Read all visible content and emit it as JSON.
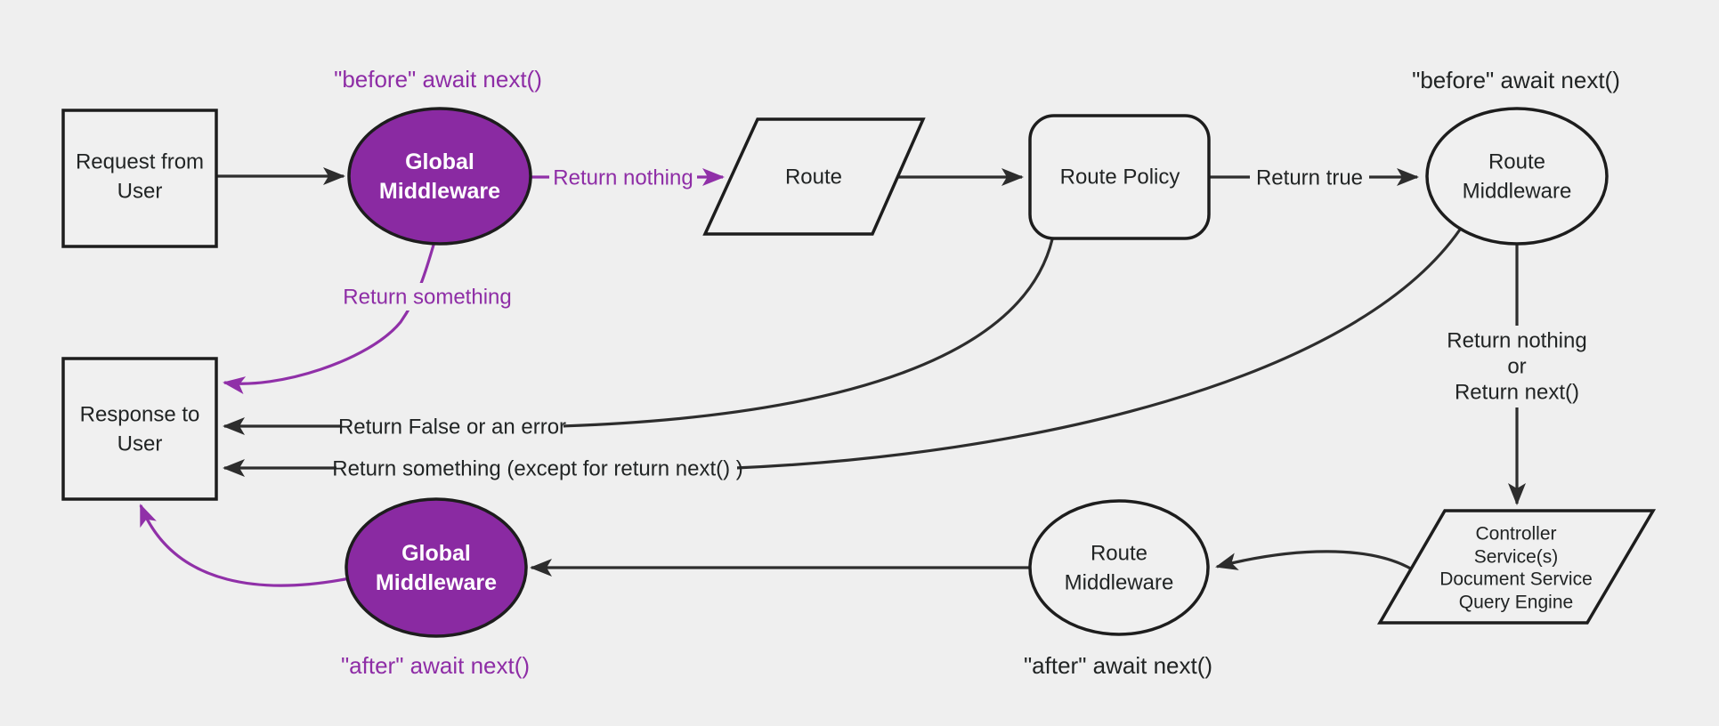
{
  "diagram": {
    "colors": {
      "background": "#efefef",
      "node_fill": "#f0f0f0",
      "stroke": "#1d1d1d",
      "edge": "#2d2d2d",
      "text": "#212424",
      "purple_fill": "#8a2aa2",
      "purple_line": "#9030a8",
      "purple_text": "#8e2da6"
    },
    "nodes": {
      "request": {
        "lines": [
          "Request from",
          "User"
        ]
      },
      "global_middleware_top": {
        "lines": [
          "Global",
          "Middleware"
        ]
      },
      "route": {
        "lines": [
          "Route"
        ]
      },
      "route_policy": {
        "lines": [
          "Route Policy"
        ]
      },
      "route_middleware_top": {
        "lines": [
          "Route",
          "Middleware"
        ]
      },
      "controller": {
        "lines": [
          "Controller",
          "Service(s)",
          "Document Service",
          "Query Engine"
        ]
      },
      "route_middleware_bottom": {
        "lines": [
          "Route",
          "Middleware"
        ]
      },
      "global_middleware_bottom": {
        "lines": [
          "Global",
          "Middleware"
        ]
      },
      "response": {
        "lines": [
          "Response to",
          "User"
        ]
      }
    },
    "edge_labels": {
      "return_nothing_top": "Return nothing",
      "return_true": "Return true",
      "return_nothing_or": [
        "Return nothing",
        "or",
        "Return next()"
      ],
      "return_false": "Return False or an error",
      "return_something_except": "Return something (except for return next() )",
      "return_something": "Return something"
    },
    "annotations": {
      "before_global": "\"before\" await next()",
      "before_route": "\"before\" await next()",
      "after_route": "\"after\" await next()",
      "after_global": "\"after\" await next()"
    }
  }
}
